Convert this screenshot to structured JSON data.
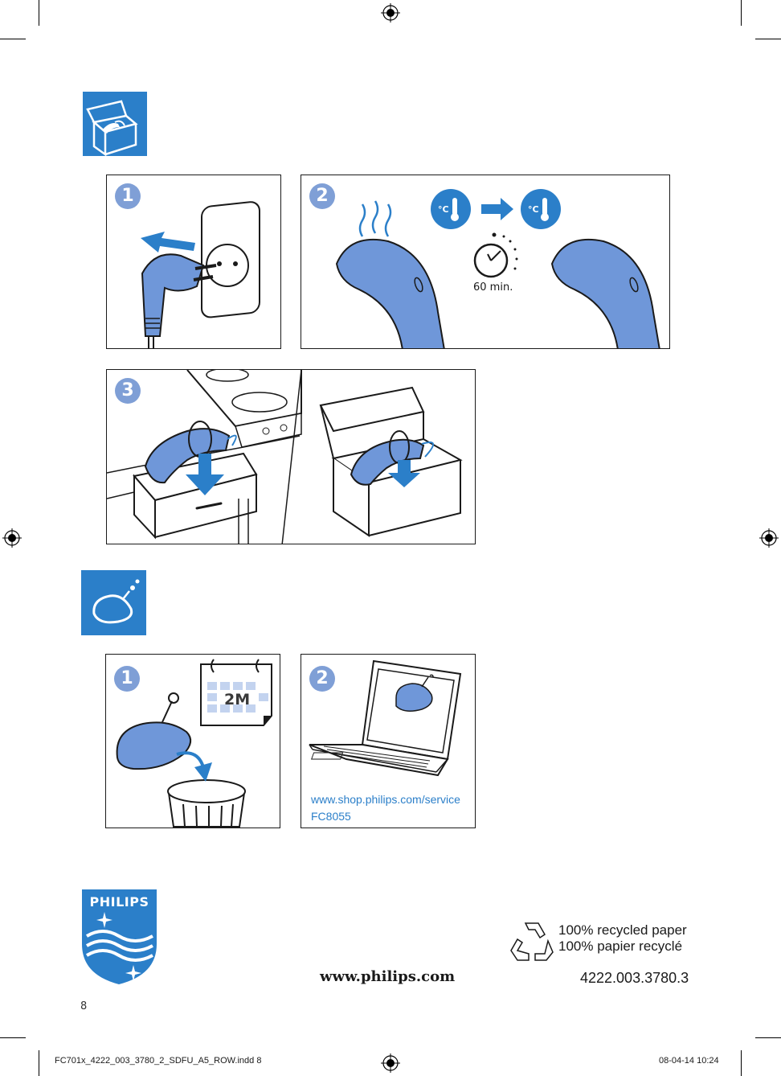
{
  "sections": {
    "storage": {
      "icon": "storage-box-icon",
      "steps": [
        {
          "number": "1",
          "icon": "unplug-icon"
        },
        {
          "number": "2",
          "icon": "cool-down-icon",
          "time_label": "60 min."
        },
        {
          "number": "3",
          "icon": "store-in-drawer-or-box-icon"
        }
      ]
    },
    "replacement": {
      "icon": "filter-replacement-icon",
      "steps": [
        {
          "number": "1",
          "icon": "discard-every-2-months-icon",
          "calendar_label": "2M"
        },
        {
          "number": "2",
          "icon": "laptop-order-icon",
          "url": "www.shop.philips.com/service",
          "part_number": "FC8055"
        }
      ]
    }
  },
  "footer": {
    "brand": "PHILIPS",
    "website": "www.philips.com",
    "recycled_line1": "100% recycled paper",
    "recycled_line2": "100% papier recyclé",
    "doc_number": "4222.003.3780.3",
    "page_number": "8"
  },
  "slug": {
    "file": "FC701x_4222_003_3780_2_SDFU_A5_ROW.indd   8",
    "date": "08-04-14   10:24"
  },
  "colors": {
    "accent": "#2b7fc9",
    "illustration_blue": "#6f97d9",
    "step_circle": "#7f9fd6"
  }
}
